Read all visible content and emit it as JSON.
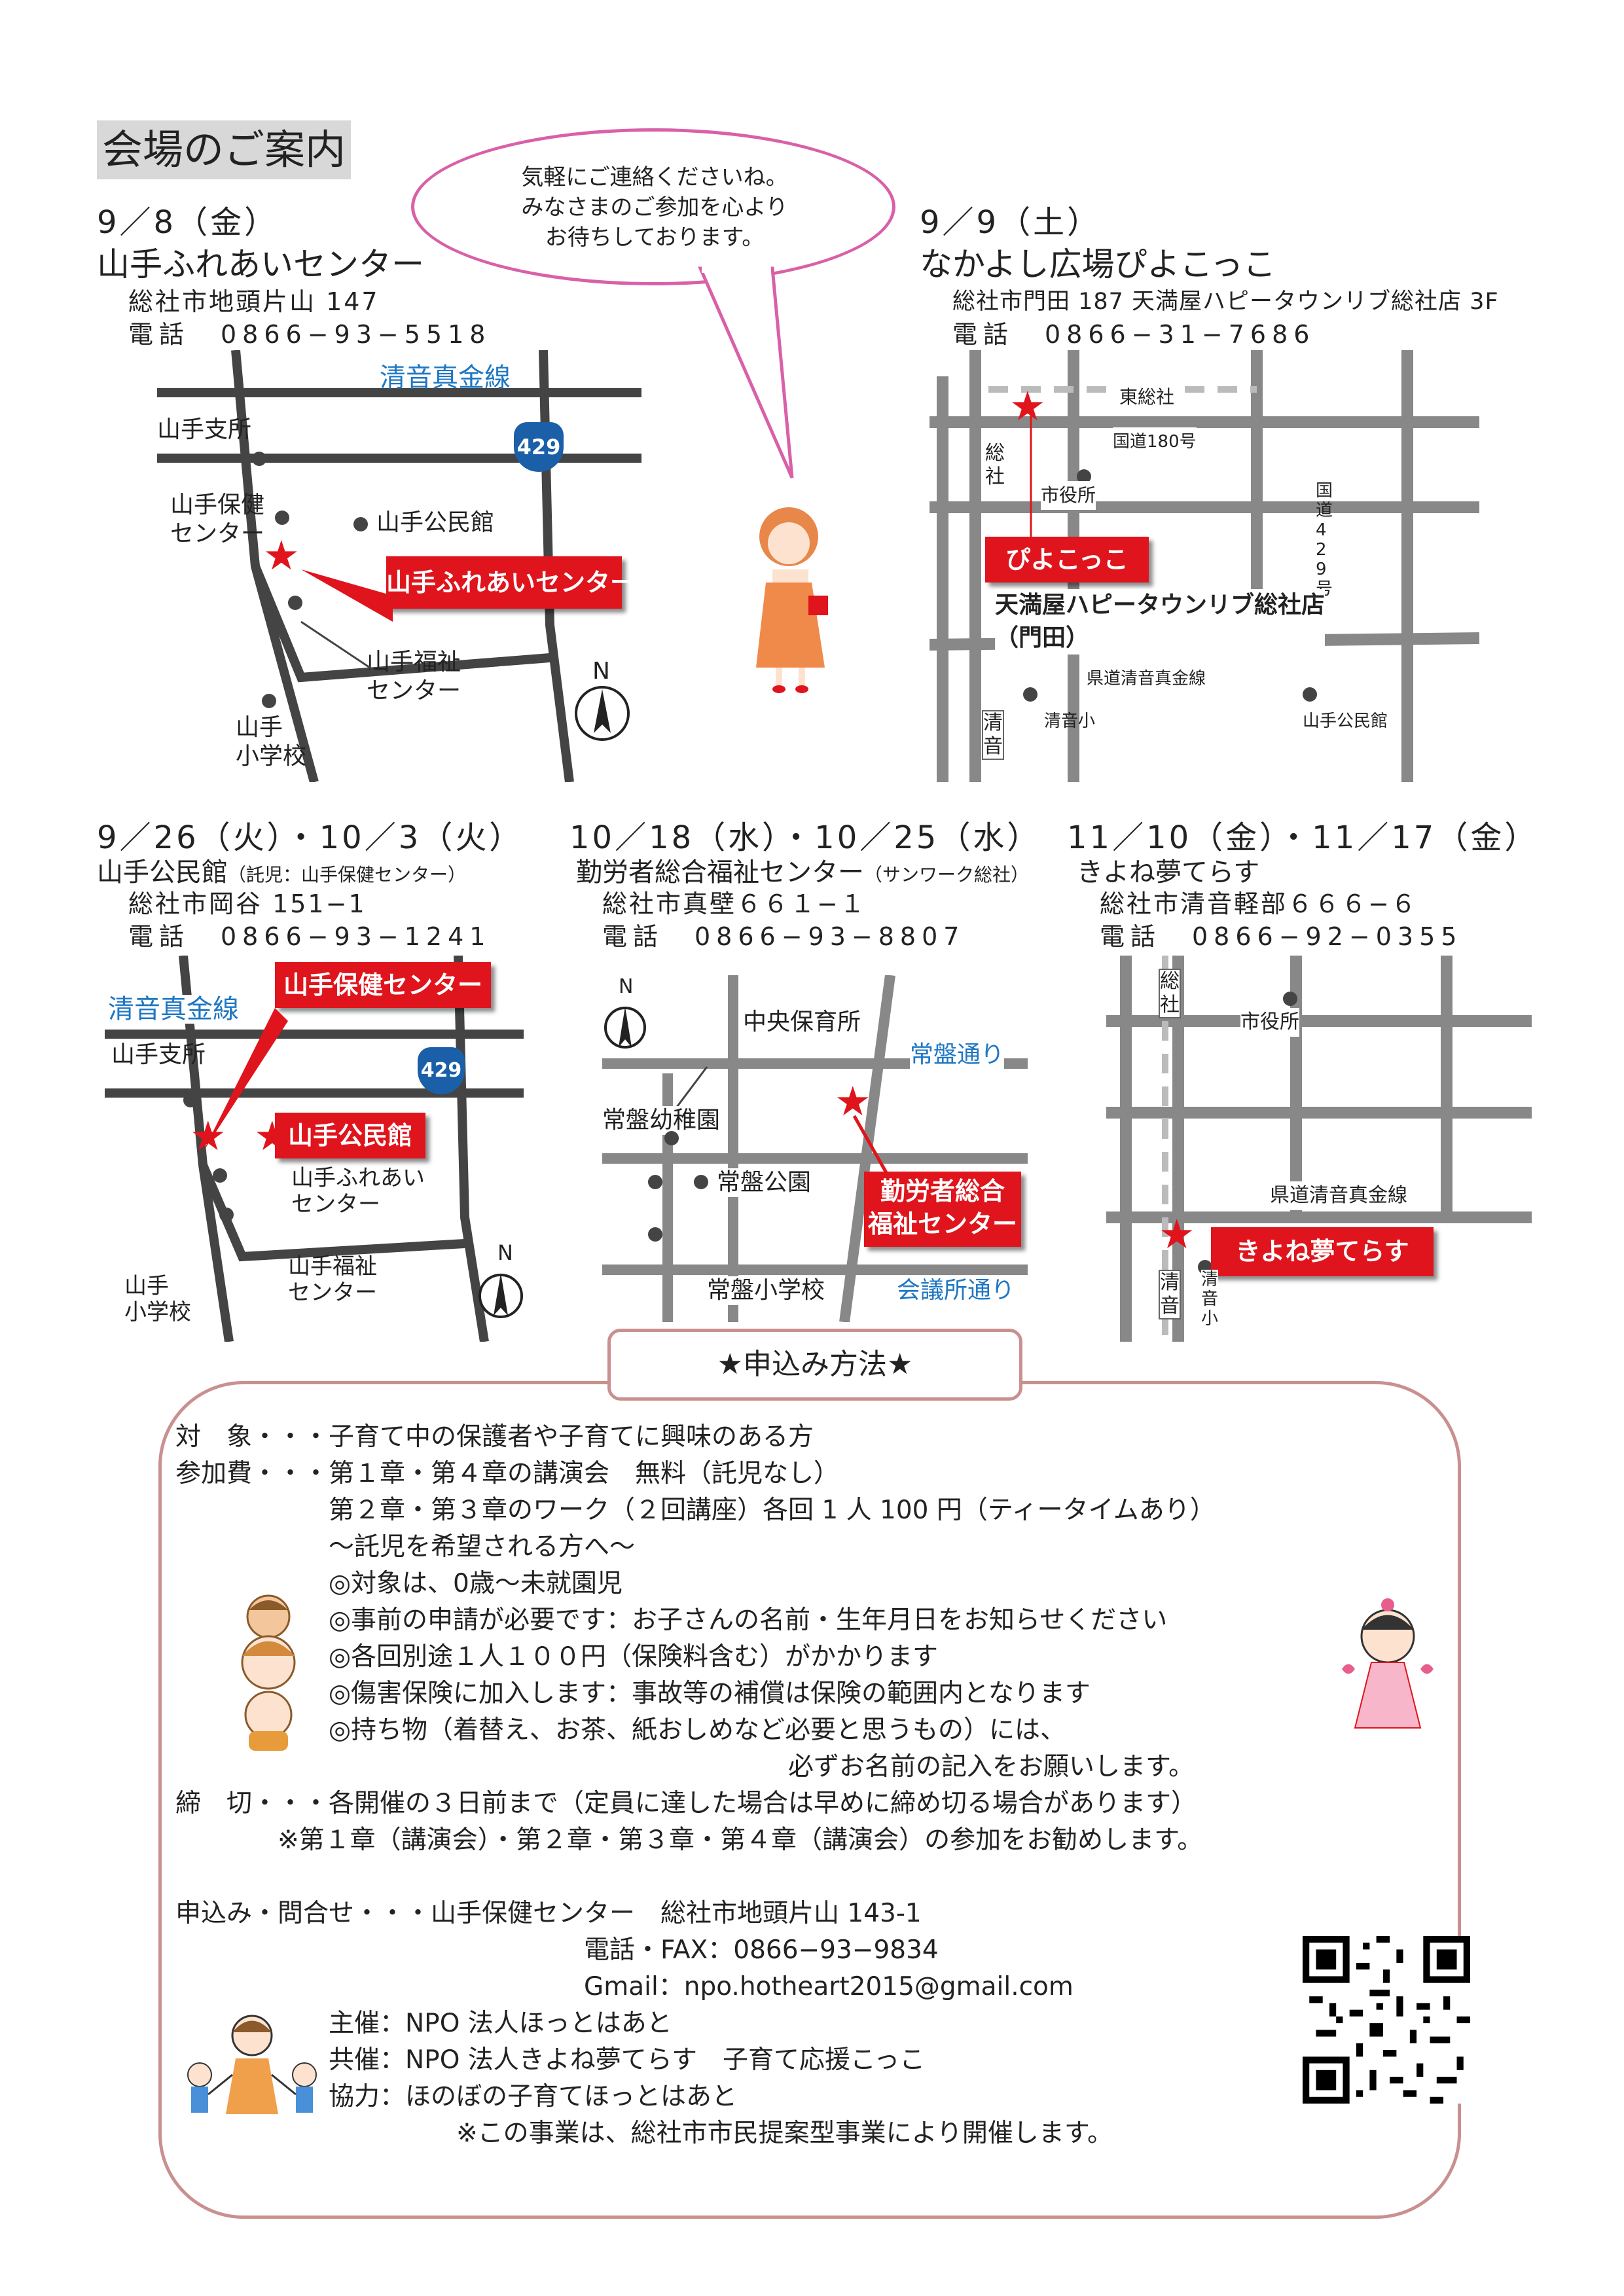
{
  "page_title": "会場のご案内",
  "speech": "気軽にご連絡くださいね。\nみなさまのご参加を心より\nお待ちしております。",
  "venues": [
    {
      "date": "9／8（金）",
      "name": "山手ふれあいセンター",
      "name_note": "",
      "address": "総社市地頭片山 147",
      "tel": "電話　0866−93−5518"
    },
    {
      "date": "9／9（土）",
      "name": "なかよし広場ぴよこっこ",
      "name_note": "",
      "address": "総社市門田 187 天満屋ハピータウンリブ総社店 3F",
      "tel": "電話　0866−31−7686"
    },
    {
      "date": "9／26（火）・10／3（火）",
      "name": "山手公民館",
      "name_note": "（託児：山手保健センター）",
      "address": "総社市岡谷 151−1",
      "tel": "電話　0866−93−1241"
    },
    {
      "date": "10／18（水）・10／25（水）",
      "name": "勤労者総合福祉センター",
      "name_note": "（サンワーク総社）",
      "address": "総社市真壁６６１−１",
      "tel": "電話　0866−93−8807"
    },
    {
      "date": "11／10（金）・11／17（金）",
      "name": "きよね夢てらす",
      "name_note": "",
      "address": "総社市清音軽部６６６−６",
      "tel": "電話　0866−92−0355"
    }
  ],
  "maps": {
    "m1": {
      "road": "清音真金線",
      "route": "429",
      "l1": "山手支所",
      "l2": "山手保健\nセンター",
      "l3": "山手公民館",
      "l4": "山手福祉\nセンター",
      "l5": "山手\n小学校",
      "callout": "山手ふれあいセンター",
      "north": "N"
    },
    "m2": {
      "l1": "東総社",
      "l2": "国道180号",
      "l3": "総\n社",
      "l4": "市役所",
      "l5": "国\n道\n4\n2\n9\n号",
      "l6": "天満屋ハピータウンリブ総社店\n（門田）",
      "l7": "県道清音真金線",
      "l8": "清音小",
      "l9": "山手公民館",
      "l10": "清\n音",
      "callout": "ぴよこっこ"
    },
    "m3": {
      "road": "清音真金線",
      "route": "429",
      "l1": "山手支所",
      "l2": "山手ふれあい\nセンター",
      "l3": "山手福祉\nセンター",
      "l4": "山手\n小学校",
      "callout1": "山手保健センター",
      "callout2": "山手公民館",
      "north": "N"
    },
    "m4": {
      "l1": "中央保育所",
      "l2": "常盤通り",
      "l3": "常盤幼稚園",
      "l4": "常盤公園",
      "l5": "常盤小学校",
      "l6": "会議所通り",
      "callout": "勤労者総合\n福祉センター",
      "north": "N"
    },
    "m5": {
      "l1": "総\n社",
      "l2": "市役所",
      "l3": "県道清音真金線",
      "l4": "清\n音",
      "l5": "清\n音\n小",
      "callout": "きよね夢てらす"
    }
  },
  "application": {
    "title": "★申込み方法★",
    "lines": [
      "対　象・・・子育て中の保護者や子育てに興味のある方",
      "参加費・・・第１章・第４章の講演会　無料（託児なし）",
      "　　　　　　第２章・第３章のワーク（２回講座）各回 1 人 100 円（ティータイムあり）",
      "　　　　　　～託児を希望される方へ～",
      "　　　　　　◎対象は、0歳～未就園児",
      "　　　　　　◎事前の申請が必要です：お子さんの名前・生年月日をお知らせください",
      "　　　　　　◎各回別途１人１００円（保険料含む）がかかります",
      "　　　　　　◎傷害保険に加入します：事故等の補償は保険の範囲内となります",
      "　　　　　　◎持ち物（着替え、お茶、紙おしめなど必要と思うもの）には、",
      "　　　　　　　　　　　　　　　　　　　　　　　　必ずお名前の記入をお願いします。",
      "締　切・・・各開催の３日前まで（定員に達した場合は早めに締め切る場合があります）",
      "　　　　※第１章（講演会）・第２章・第３章・第４章（講演会）の参加をお勧めします。",
      "",
      "申込み・問合せ・・・山手保健センター　総社市地頭片山 143-1",
      "　　　　　　　　　　　　　　　　電話・FAX：0866−93−9834",
      "　　　　　　　　　　　　　　　　Gmail：npo.hotheart2015@gmail.com",
      "　　　　　　主催：NPO 法人ほっとはあと",
      "　　　　　　共催：NPO 法人きよね夢てらす　子育て応援こっこ",
      "　　　　　　協力：ほのぼの子育てほっとはあと",
      "　　　　　　　　　　　※この事業は、総社市市民提案型事業により開催します。"
    ]
  },
  "colors": {
    "accent_red": "#e0141c",
    "road_blue": "#1e77c4",
    "speech_pink": "#d960a8",
    "frame": "#c9908f",
    "route_blue": "#1a5fa8"
  }
}
